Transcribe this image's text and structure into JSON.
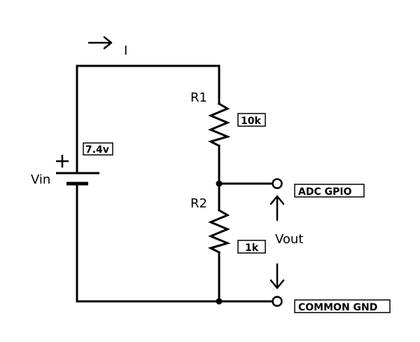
{
  "current": {
    "label": "I"
  },
  "source": {
    "label": "Vin",
    "voltage": "7.4v",
    "plus": "+"
  },
  "r1": {
    "label": "R1",
    "value": "10k"
  },
  "r2": {
    "label": "R2",
    "value": "1k"
  },
  "output": {
    "label": "Vout"
  },
  "terminals": {
    "adc": "ADC GPIO",
    "gnd": "COMMON GND"
  }
}
